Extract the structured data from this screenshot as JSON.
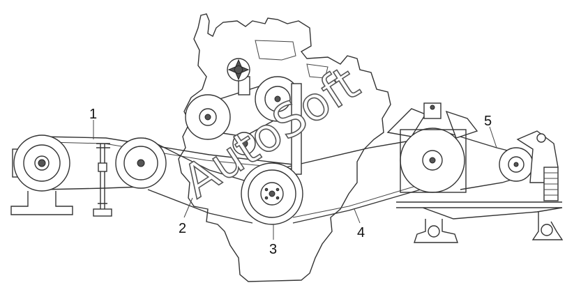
{
  "callouts": [
    "1",
    "2",
    "3",
    "4",
    "5"
  ],
  "watermark": "AutoSoft",
  "colors": {
    "line": "#333333",
    "background": "#ffffff"
  }
}
